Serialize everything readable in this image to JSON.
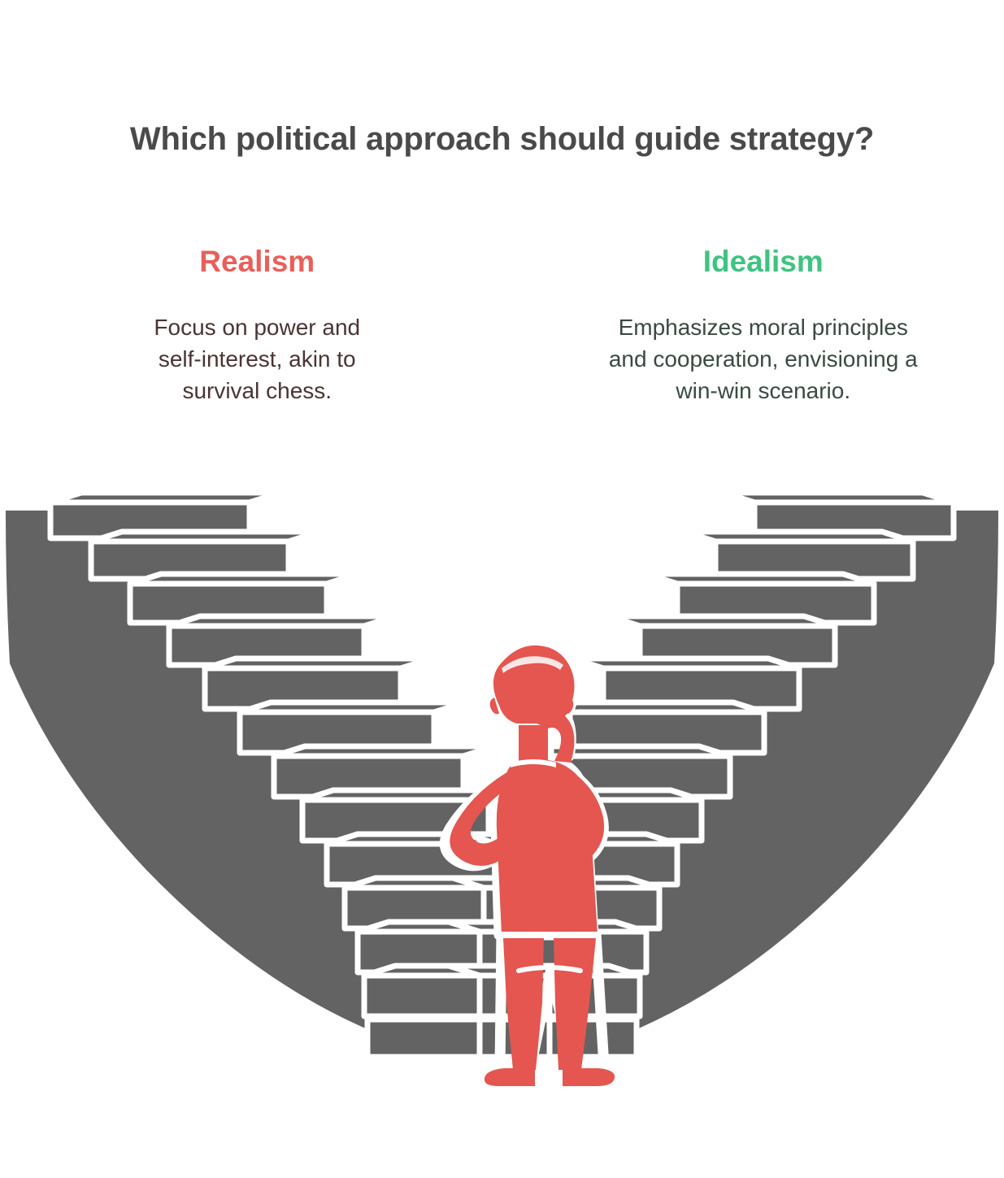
{
  "page": {
    "background_color": "#ffffff",
    "title": "Which political approach should guide strategy?",
    "title_color": "#4a4a4a"
  },
  "columns": [
    {
      "id": "realism",
      "heading": "Realism",
      "heading_color": "#E8605B",
      "body": "Focus on power and self-interest, akin to survival chess.",
      "body_color": "#4A3434"
    },
    {
      "id": "idealism",
      "heading": "Idealism",
      "heading_color": "#3FC380",
      "body": "Emphasizes moral principles and cooperation, envisioning a win-win scenario.",
      "body_color": "#3A4A41"
    }
  ],
  "illustration": {
    "name": "v-shaped-double-staircase-with-undecided-person",
    "stair_color": "#636363",
    "stair_outline_color": "#ffffff",
    "figure_color": "#E4564F",
    "step_count_per_side": 12,
    "figure_pose": "standing at the bottom centre, seen from behind, one hand scratching head, other hand on hip"
  }
}
